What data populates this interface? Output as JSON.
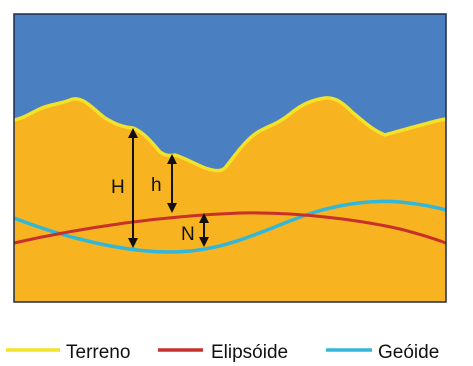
{
  "colors": {
    "sky": "#4a7fc1",
    "terrain_fill": "#f8b321",
    "terreno": "#f2e22a",
    "elipsoide": "#c8302a",
    "geoide": "#33b7d8",
    "frame": "#1a2b4a",
    "arrow": "#111111"
  },
  "labels": {
    "H": "H",
    "h": "h",
    "N": "N"
  },
  "legend": [
    {
      "label": "Terreno",
      "color_key": "terreno"
    },
    {
      "label": "Elipsóide",
      "color_key": "elipsoide"
    },
    {
      "label": "Geóide",
      "color_key": "geoide"
    }
  ]
}
